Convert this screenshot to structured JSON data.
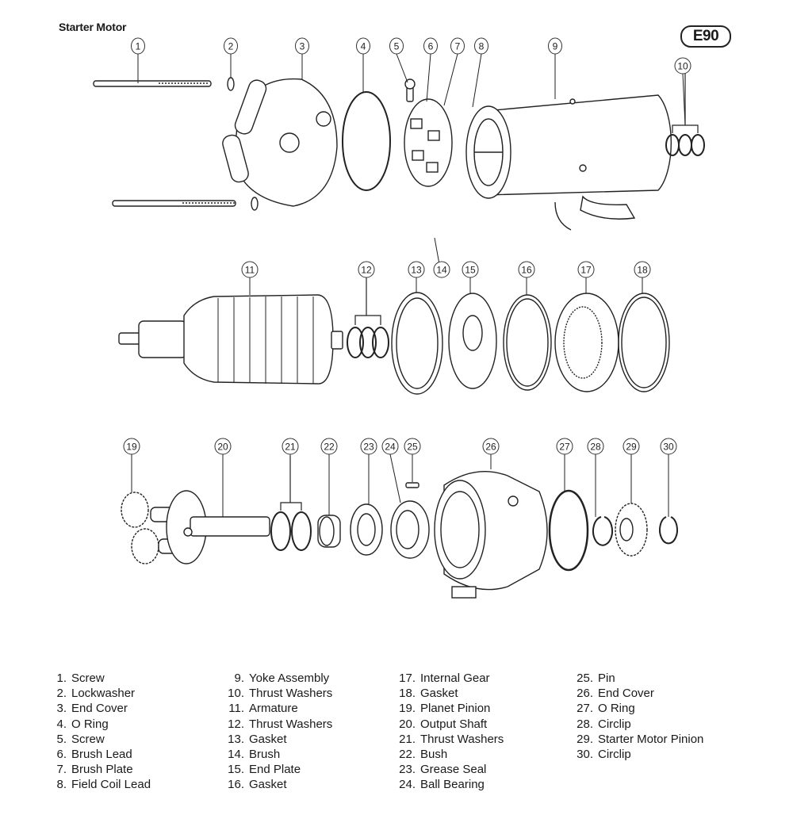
{
  "title": "Starter Motor",
  "figure_code": "E90",
  "callouts": [
    "1",
    "2",
    "3",
    "4",
    "5",
    "6",
    "7",
    "8",
    "9",
    "10",
    "11",
    "12",
    "13",
    "14",
    "15",
    "16",
    "17",
    "18",
    "19",
    "20",
    "21",
    "22",
    "23",
    "24",
    "25",
    "26",
    "27",
    "28",
    "29",
    "30"
  ],
  "legend": [
    [
      {
        "num": "1.",
        "label": "Screw"
      },
      {
        "num": "2.",
        "label": "Lockwasher"
      },
      {
        "num": "3.",
        "label": "End Cover"
      },
      {
        "num": "4.",
        "label": "O Ring"
      },
      {
        "num": "5.",
        "label": "Screw"
      },
      {
        "num": "6.",
        "label": "Brush Lead"
      },
      {
        "num": "7.",
        "label": "Brush Plate"
      },
      {
        "num": "8.",
        "label": "Field Coil Lead"
      }
    ],
    [
      {
        "num": "9.",
        "label": "Yoke Assembly"
      },
      {
        "num": "10.",
        "label": "Thrust Washers"
      },
      {
        "num": "11.",
        "label": "Armature"
      },
      {
        "num": "12.",
        "label": "Thrust Washers"
      },
      {
        "num": "13.",
        "label": "Gasket"
      },
      {
        "num": "14.",
        "label": "Brush"
      },
      {
        "num": "15.",
        "label": "End Plate"
      },
      {
        "num": "16.",
        "label": "Gasket"
      }
    ],
    [
      {
        "num": "17.",
        "label": "Internal Gear"
      },
      {
        "num": "18.",
        "label": "Gasket"
      },
      {
        "num": "19.",
        "label": "Planet Pinion"
      },
      {
        "num": "20.",
        "label": "Output Shaft"
      },
      {
        "num": "21.",
        "label": "Thrust Washers"
      },
      {
        "num": "22.",
        "label": "Bush"
      },
      {
        "num": "23.",
        "label": "Grease Seal"
      },
      {
        "num": "24.",
        "label": "Ball Bearing"
      }
    ],
    [
      {
        "num": "25.",
        "label": "Pin"
      },
      {
        "num": "26.",
        "label": "End Cover"
      },
      {
        "num": "27.",
        "label": "O Ring"
      },
      {
        "num": "28.",
        "label": "Circlip"
      },
      {
        "num": "29.",
        "label": "Starter Motor Pinion"
      },
      {
        "num": "30.",
        "label": "Circlip"
      }
    ]
  ]
}
